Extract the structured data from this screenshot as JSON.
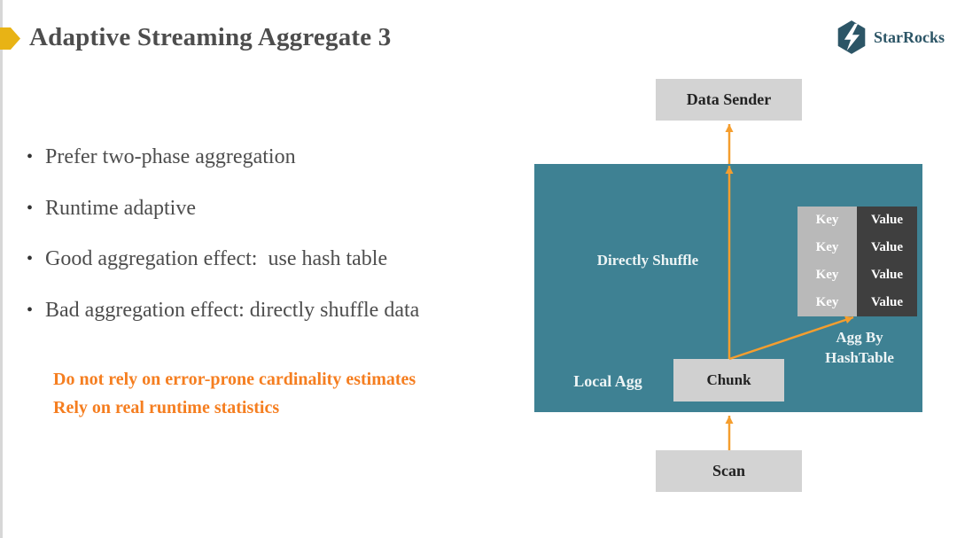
{
  "header": {
    "title": "Adaptive Streaming Aggregate 3",
    "brand": "StarRocks"
  },
  "bullets": [
    "Prefer two-phase aggregation",
    "Runtime adaptive",
    "Good aggregation effect:  use hash table",
    "Bad aggregation effect: directly shuffle data"
  ],
  "notes": [
    "Do not rely on error-prone cardinality estimates",
    "Rely on real runtime statistics"
  ],
  "diagram": {
    "data_sender_label": "Data Sender",
    "shuffle_label": "Directly Shuffle",
    "local_agg_label": "Local Agg",
    "chunk_label": "Chunk",
    "agg_by_line1": "Agg By",
    "agg_by_line2": "HashTable",
    "scan_label": "Scan",
    "hash_table_rows": [
      {
        "key": "Key",
        "value": "Value"
      },
      {
        "key": "Key",
        "value": "Value"
      },
      {
        "key": "Key",
        "value": "Value"
      },
      {
        "key": "Key",
        "value": "Value"
      }
    ]
  },
  "colors": {
    "accent_gold": "#E8B315",
    "panel_teal": "#3E8193",
    "arrow_orange": "#F59E2E",
    "note_orange": "#F57E20",
    "box_gray": "#D3D3D3",
    "key_gray": "#B9B9B9",
    "value_dark": "#3F3F3F",
    "text_gray": "#4D4D4D",
    "logo_teal": "#2C5566"
  }
}
